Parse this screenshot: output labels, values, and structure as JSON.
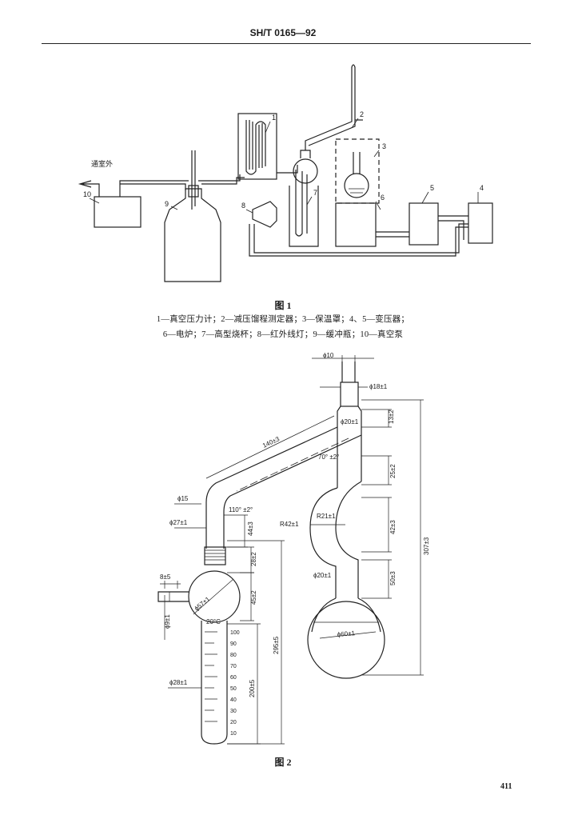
{
  "header": {
    "standard": "SH/T 0165—92"
  },
  "figure1": {
    "caption": "图 1",
    "legend_line1": "1—真空压力计；2—减压馏程测定器；3—保温罩；4、5—变压器；",
    "legend_line2": "6—电炉；7—高型烧杯；8—红外线灯；9—缓冲瓶；10—真空泵",
    "outdoor_label": "通室外",
    "numbers": [
      "1",
      "2",
      "3",
      "4",
      "5",
      "6",
      "7",
      "8",
      "9",
      "10"
    ]
  },
  "figure2": {
    "caption": "图 2",
    "dims": {
      "d10": "ϕ10",
      "d18": "ϕ18±1",
      "d20a": "ϕ20±1",
      "h13": "13±2",
      "len140": "140±3",
      "ang70": "70° ±2°",
      "h25": "25±2",
      "d15": "ϕ15",
      "ang110": "110° ±2°",
      "d27": "ϕ27±1",
      "h44": "44±3",
      "r42": "R42±1",
      "r21": "R21±1",
      "h42": "42±3",
      "h307": "307±3",
      "h28": "28±2",
      "d20b": "ϕ20±1",
      "h50": "50±3",
      "w8": "8±5",
      "d57": "ϕ57±1",
      "h45": "45±2",
      "d9": "ϕ9±1",
      "temp": "20°C",
      "h295": "295±5",
      "d60": "ϕ60±1",
      "d28": "ϕ28±1",
      "h200": "200±5"
    },
    "scale": [
      "100",
      "90",
      "80",
      "70",
      "60",
      "50",
      "40",
      "30",
      "20",
      "10"
    ]
  },
  "page_number": "411"
}
